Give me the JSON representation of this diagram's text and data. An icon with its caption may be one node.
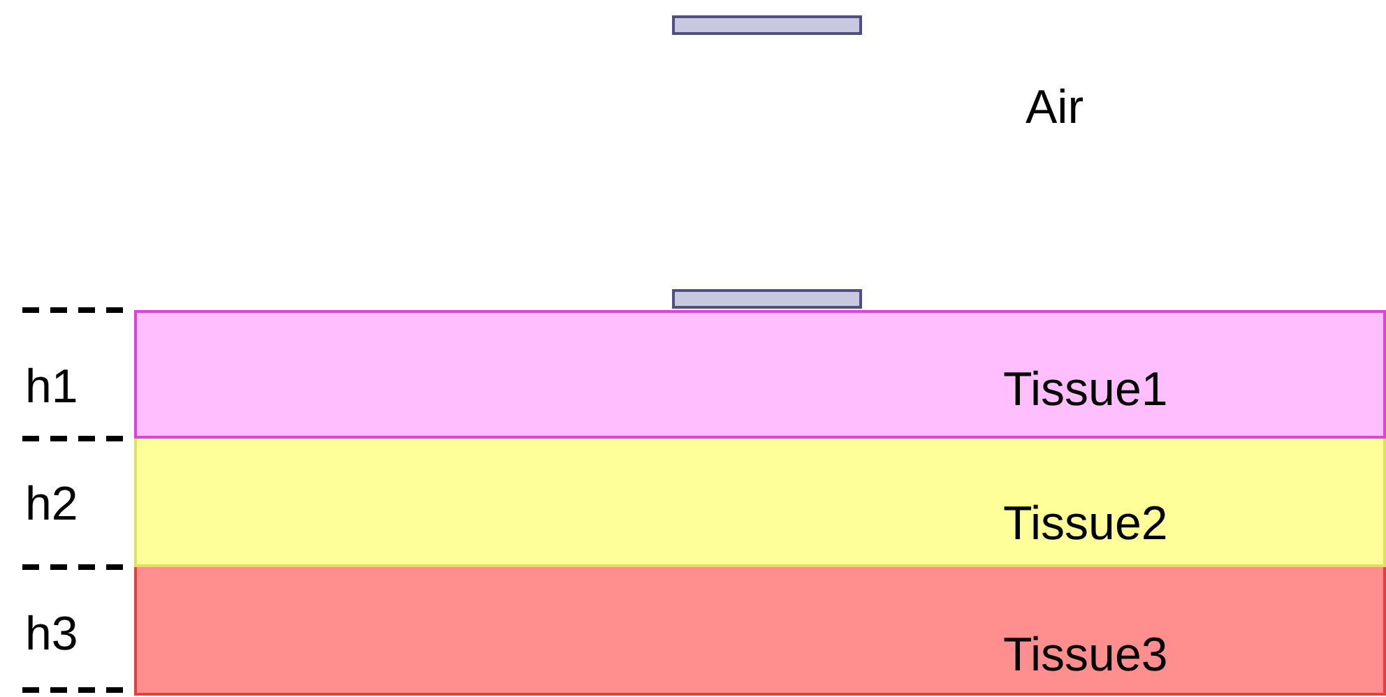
{
  "diagram": {
    "nodes": [
      {
        "text": [
          "Tissue1"
        ]
      },
      {
        "text": [
          "Tissue2"
        ]
      },
      {
        "text": [
          "Tissue3"
        ]
      }
    ],
    "labels": [
      "Air",
      "h1",
      "h2",
      "h3"
    ]
  }
}
